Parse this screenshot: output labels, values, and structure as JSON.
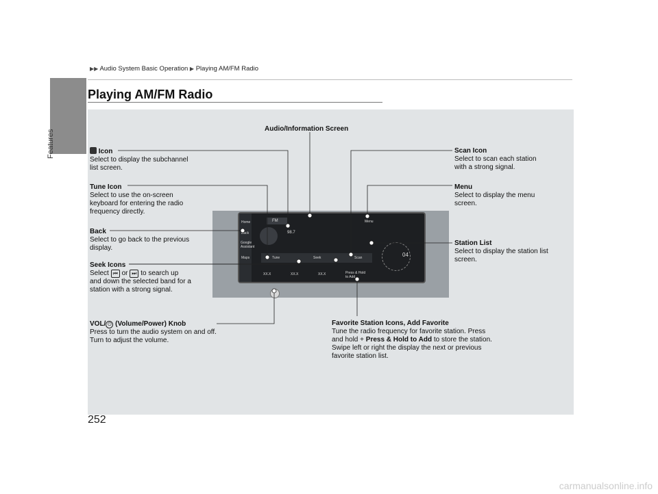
{
  "breadcrumb": {
    "part1": "Audio System Basic Operation",
    "part2": "Playing AM/FM Radio"
  },
  "section_tab": "Features",
  "page_number": "252",
  "title": "Playing AM/FM Radio",
  "labels": {
    "audio_screen": "Audio/Information Screen",
    "icon_title": "Icon",
    "icon_desc1": "Select to display the subchannel",
    "icon_desc2": "list screen.",
    "tune_title": "Tune Icon",
    "tune_desc1": "Select to use the on-screen",
    "tune_desc2": "keyboard for entering the radio",
    "tune_desc3": "frequency directly.",
    "back_title": "Back",
    "back_desc1": "Select to go back to the previous",
    "back_desc2": "display.",
    "seek_title": "Seek Icons",
    "seek_desc1a": "Select",
    "seek_or": "or",
    "seek_desc1b": "to search up",
    "seek_desc2": "and down the selected band for a",
    "seek_desc3": "station with a strong signal.",
    "vol_title": "(Volume/Power) Knob",
    "vol_title_pre": "VOL/",
    "vol_desc1": "Press to turn the audio system on and off.",
    "vol_desc2": "Turn to adjust the volume.",
    "scan_title": "Scan Icon",
    "scan_desc1": "Select to scan each station",
    "scan_desc2": "with a strong signal.",
    "menu_title": "Menu",
    "menu_desc1": "Select to display the menu",
    "menu_desc2": "screen.",
    "station_title": "Station List",
    "station_desc1": "Select to display the station list",
    "station_desc2": "screen.",
    "fav_title": "Favorite Station Icons, Add Favorite",
    "fav_desc1": "Tune the radio frequency for favorite station. Press",
    "fav_desc2a": "and hold +",
    "fav_desc2b": "Press & Hold to Add",
    "fav_desc2c": "to store the station.",
    "fav_desc3": "Swipe left or right the display the next or previous",
    "fav_desc4": "favorite station list."
  },
  "screen": {
    "band": "FM",
    "freq": "98.7",
    "tune": "Tune",
    "seek": "Seek",
    "scan": "Scan",
    "menu": "Menu",
    "home": "Home",
    "back": "Back",
    "google": "Google Assistant",
    "maps": "Maps",
    "press_hold": "Press & Hold to Add",
    "preset1": "XX.X",
    "preset2": "XX.X",
    "preset3": "XX.X",
    "clock": "04"
  },
  "watermark": "carmanualsonline.info"
}
